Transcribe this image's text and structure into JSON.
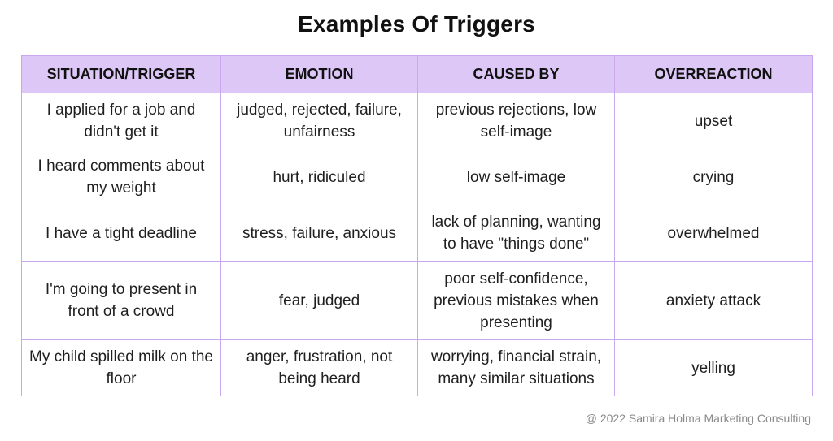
{
  "title": "Examples Of Triggers",
  "table": {
    "headers": [
      "SITUATION/TRIGGER",
      "EMOTION",
      "CAUSED BY",
      "OVERREACTION"
    ],
    "rows": [
      [
        "I applied for a job and didn't get it",
        "judged, rejected, failure, unfairness",
        "previous rejections, low self-image",
        "upset"
      ],
      [
        "I heard comments about my weight",
        "hurt, ridiculed",
        "low self-image",
        "crying"
      ],
      [
        "I have a tight deadline",
        "stress, failure, anxious",
        "lack of planning, wanting to have \"things done\"",
        "overwhelmed"
      ],
      [
        "I'm going to present in front of a crowd",
        "fear, judged",
        "poor self-confidence, previous mistakes when presenting",
        "anxiety attack"
      ],
      [
        "My child spilled milk on the floor",
        "anger, frustration, not being heard",
        "worrying, financial strain, many similar situations",
        "yelling"
      ]
    ]
  },
  "footer": "@ 2022 Samira Holma Marketing Consulting"
}
